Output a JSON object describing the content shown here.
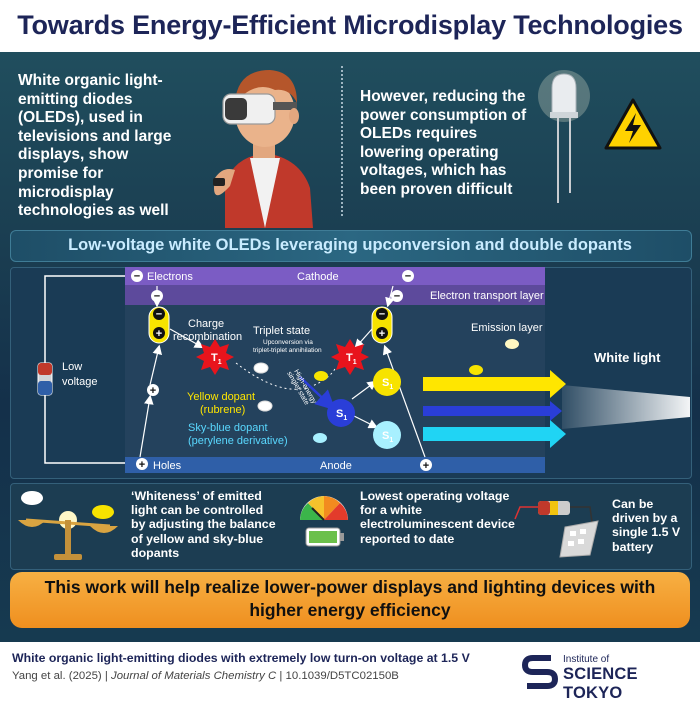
{
  "header": {
    "title": "Towards Energy-Efficient Microdisplay Technologies"
  },
  "intro": {
    "left_text": "White organic light-emitting diodes (OLEDs), used in televisions and large displays, show promise for microdisplay technologies as well",
    "right_text": "However, reducing the power consumption of OLEDs requires lowering operating voltages, which has been proven difficult"
  },
  "banner": {
    "text": "Low-voltage white OLEDs leveraging upconversion and double dopants"
  },
  "diagram": {
    "electrons": "Electrons",
    "cathode": "Cathode",
    "etl": "Electron transport layer",
    "charge_recomb_1": "Charge",
    "charge_recomb_2": "recombination",
    "triplet_state": "Triplet state",
    "upconv_1": "Upconversion via",
    "upconv_2": "triplet-triplet annihilation",
    "emission_layer": "Emission layer",
    "low_voltage_1": "Low",
    "low_voltage_2": "voltage",
    "high_energy_1": "High-energy",
    "high_energy_2": "singlet state",
    "yellow_dopant_1": "Yellow dopant",
    "yellow_dopant_2": "(rubrene)",
    "skyblue_dopant_1": "Sky-blue dopant",
    "skyblue_dopant_2": "(perylene derivative)",
    "holes": "Holes",
    "anode": "Anode",
    "white_light": "White light",
    "t1": "T",
    "s1": "S",
    "sub1": "1",
    "minus": "−",
    "plus": "+"
  },
  "bottom": {
    "whiteness": "‘Whiteness’ of emitted light can be controlled by adjusting the balance of yellow and sky-blue dopants",
    "lowest_voltage": "Lowest operating voltage for a white electroluminescent device reported to date",
    "battery": "Can be driven by a single 1.5 V battery"
  },
  "conclusion": {
    "text": "This work will help realize lower-power displays and lighting devices with higher energy efficiency"
  },
  "footer": {
    "paper_title": "White organic light-emitting diodes with extremely low turn-on voltage at 1.5 V",
    "authors": "Yang et al. (2025)",
    "separator": " | ",
    "journal": "Journal of Materials Chemistry C",
    "doi": "10.1039/D5TC02150B",
    "logo_line1": "Institute of",
    "logo_line2": "SCIENCE TOKYO"
  },
  "colors": {
    "title": "#1d2558",
    "cathode": "#7b5cc4",
    "etl": "#5d4a9c",
    "anode": "#2f5fa8",
    "yellow_beam": "#ffe600",
    "blue_beam": "#2a3ed8",
    "cyan_beam": "#20d4f4",
    "orange_banner": "#f29a2b",
    "triplet": "#e8141c"
  }
}
